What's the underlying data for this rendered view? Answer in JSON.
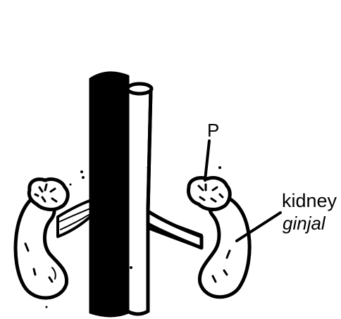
{
  "diagram": {
    "labels": {
      "p": "P",
      "kidney": "kidney",
      "ginjal": "ginjal"
    },
    "colors": {
      "ink": "#000000",
      "paper": "#ffffff"
    }
  }
}
